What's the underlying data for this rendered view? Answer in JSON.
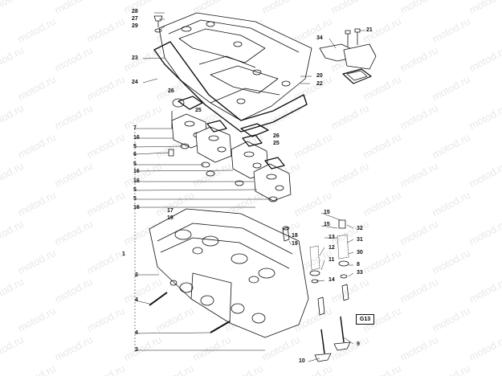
{
  "watermark": "motod.ru",
  "diagram_code": "G13",
  "callouts": [
    "28",
    "27",
    "29",
    "23",
    "24",
    "26",
    "25",
    "7",
    "16",
    "5",
    "6",
    "5",
    "16",
    "16",
    "5",
    "5",
    "16",
    "17",
    "19",
    "1",
    "2",
    "4",
    "4",
    "3",
    "34",
    "21",
    "20",
    "22",
    "26",
    "25",
    "15",
    "15",
    "18",
    "19",
    "13",
    "12",
    "11",
    "14",
    "32",
    "31",
    "30",
    "8",
    "33",
    "10",
    "9"
  ]
}
